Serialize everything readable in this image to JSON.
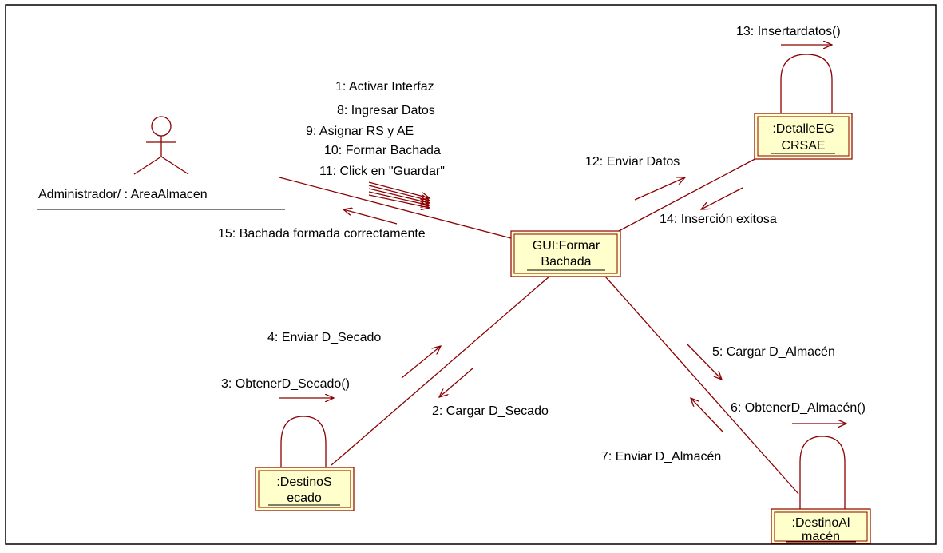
{
  "diagram": {
    "actor": {
      "name": "Administrador/ : AreaAlmacen"
    },
    "objects": {
      "gui": {
        "line1": "GUI:Formar",
        "line2": "Bachada"
      },
      "detalle": {
        "line1": ":DetalleEG",
        "line2": "CRSAE"
      },
      "secado": {
        "line1": ":DestinoS",
        "line2": "ecado"
      },
      "almacen": {
        "line1": ":DestinoAl",
        "line2": "macén"
      }
    },
    "messages": {
      "m1": "1: Activar Interfaz",
      "m8": "8: Ingresar Datos",
      "m9": "9: Asignar RS y AE",
      "m10": "10: Formar Bachada",
      "m11": "11: Click en \"Guardar\"",
      "m15": "15: Bachada formada correctamente",
      "m12": "12: Enviar Datos",
      "m14": "14: Inserción exitosa",
      "m13": "13: Insertardatos()",
      "m4": "4: Enviar D_Secado",
      "m3": "3: ObtenerD_Secado()",
      "m2": "2: Cargar D_Secado",
      "m5": "5: Cargar D_Almacén",
      "m6": "6: ObtenerD_Almacén()",
      "m7": "7: Enviar D_Almacén"
    }
  }
}
